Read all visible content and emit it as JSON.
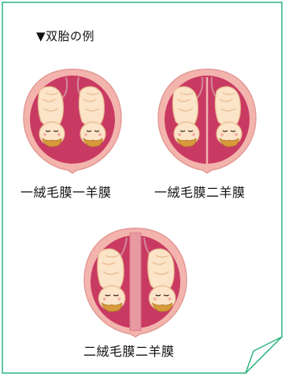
{
  "title": "▼双胎の例",
  "diagrams": [
    {
      "label": "一絨毛膜一羊膜"
    },
    {
      "label": "一絨毛膜二羊膜"
    },
    {
      "label": "二絨毛膜二羊膜"
    }
  ],
  "colors": {
    "frame": "#2db37f",
    "outer_membrane": "#f3b4ad",
    "outer_membrane_edge": "#e29a94",
    "uterine_cavity": "#c93a63",
    "cavity_dark": "#a9234b",
    "cord": "#d28a9a",
    "skin": "#fbe4c7",
    "skin_edge": "#e8b98f",
    "hair": "#d89a3a",
    "placenta_septum": "#e89aa1"
  }
}
